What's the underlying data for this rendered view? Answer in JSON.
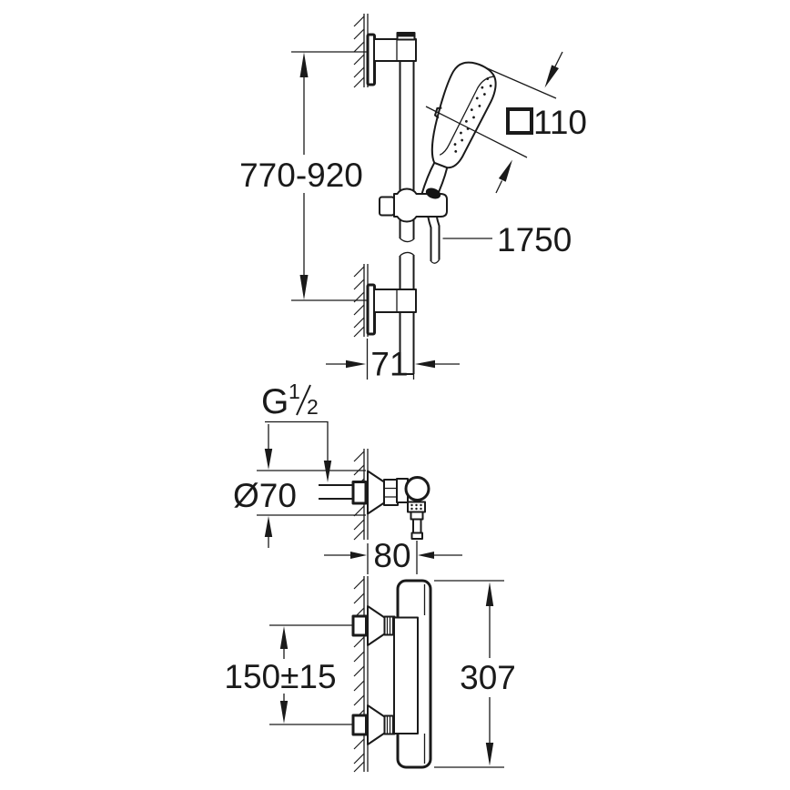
{
  "drawing": {
    "shower_rail_view": {
      "rail_height_range": "770-920",
      "head_width": "110",
      "hose_length": "1750",
      "rail_wall_offset": "71"
    },
    "valve_connection_view": {
      "thread_prefix": "G",
      "thread_numerator": "1",
      "thread_denominator": "2",
      "escutcheon_diameter": "Ø70",
      "wall_to_outlet_depth": "80"
    },
    "thermostat_view": {
      "inlet_spacing": "150±15",
      "body_height": "307"
    },
    "colors": {
      "line": "#1a1a1a",
      "background": "#ffffff"
    }
  }
}
